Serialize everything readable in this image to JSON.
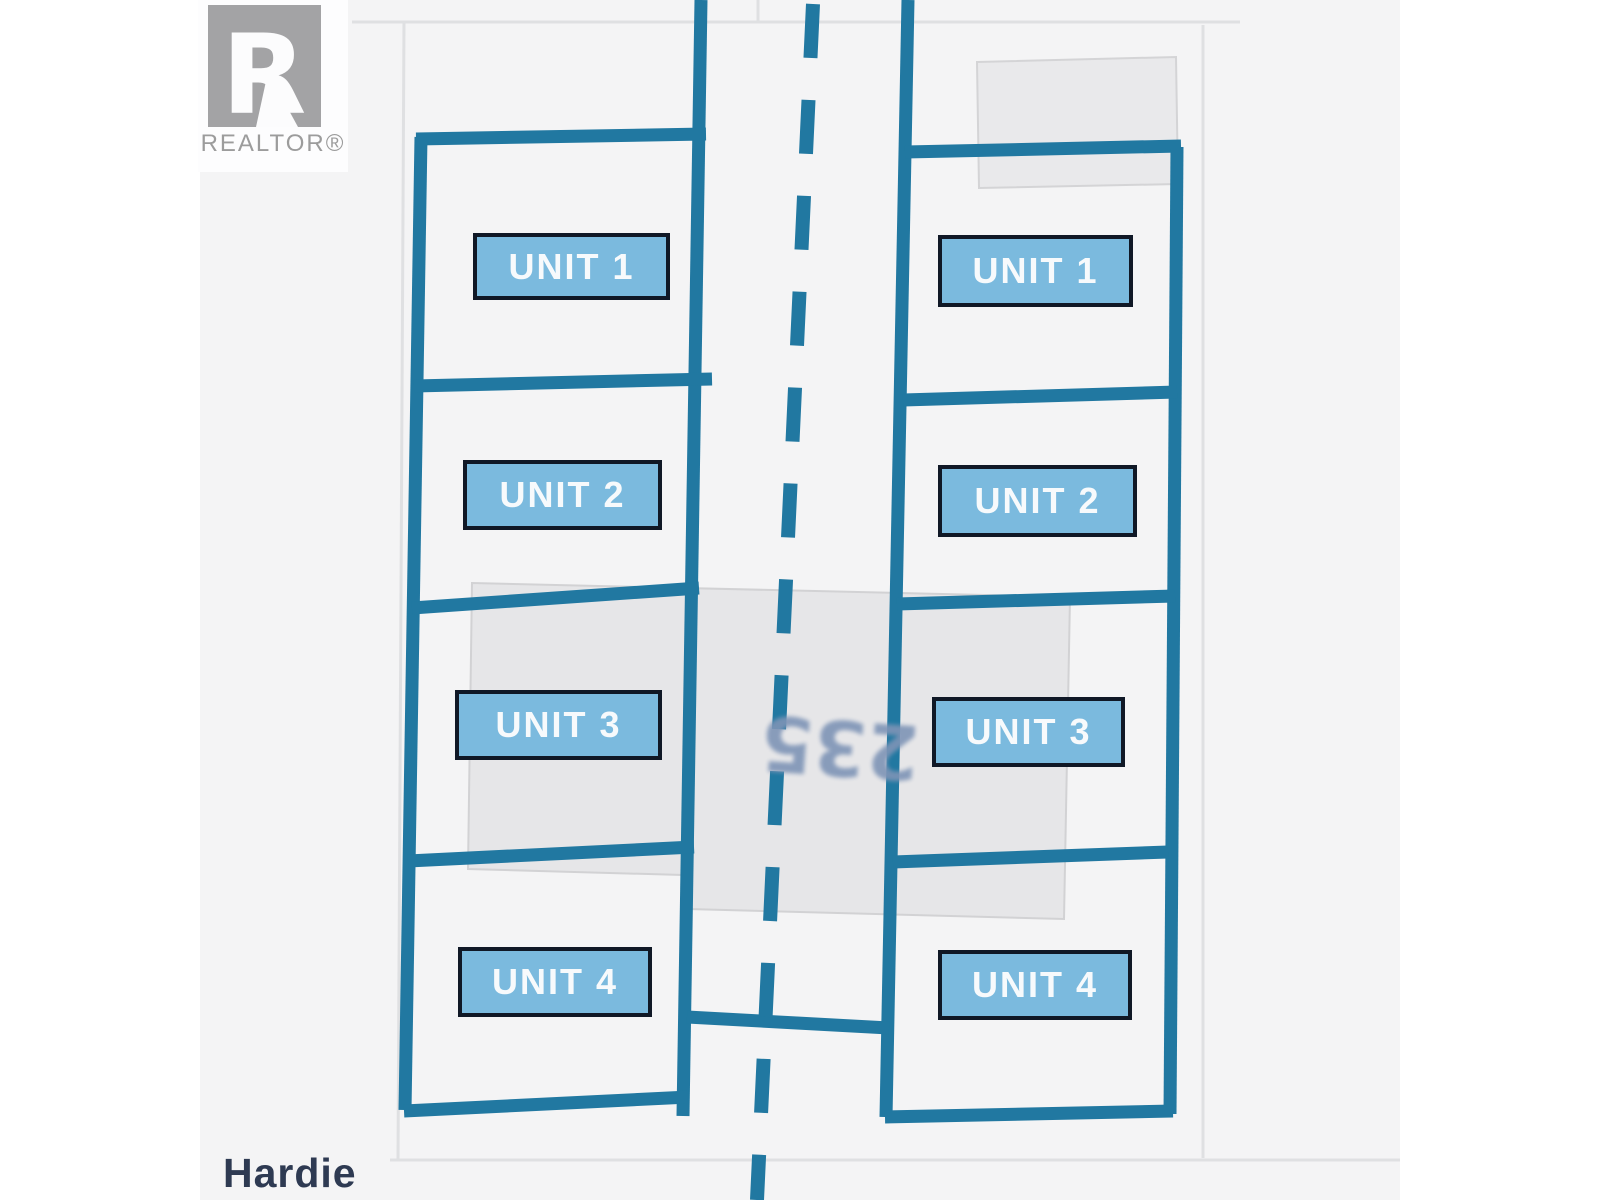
{
  "branding": {
    "monogram": "R",
    "wordmark": "REALTOR®"
  },
  "plan": {
    "house_number": "235",
    "street_label": "Hardie",
    "buildings": {
      "left": {
        "units": [
          "UNIT 1",
          "UNIT 2",
          "UNIT 3",
          "UNIT 4"
        ]
      },
      "right": {
        "units": [
          "UNIT 1",
          "UNIT 2",
          "UNIT 3",
          "UNIT 4"
        ]
      }
    }
  },
  "colors": {
    "boundary_teal": "#2178a1",
    "unit_label_fill": "#7bbade",
    "unit_label_border": "#101826",
    "unit_label_text": "#f7fafc",
    "parcel_line_gray": "#dfe0e2",
    "building_footprint_fill": "#e7e7e9",
    "site_background": "#f4f4f5",
    "house_number_text": "#7e94b6",
    "street_text": "#2e3a52",
    "realtor_logo_gray": "#a3a3a5"
  }
}
